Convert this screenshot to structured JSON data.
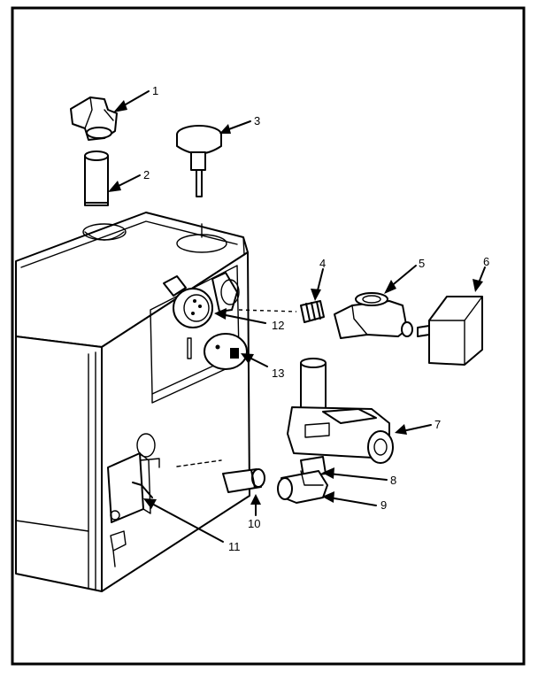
{
  "diagram": {
    "callouts": [
      {
        "label": "1"
      },
      {
        "label": "2"
      },
      {
        "label": "3"
      },
      {
        "label": "4"
      },
      {
        "label": "5"
      },
      {
        "label": "6"
      },
      {
        "label": "7"
      },
      {
        "label": "8"
      },
      {
        "label": "9"
      },
      {
        "label": "10"
      },
      {
        "label": "11"
      },
      {
        "label": "12"
      },
      {
        "label": "13"
      }
    ]
  }
}
